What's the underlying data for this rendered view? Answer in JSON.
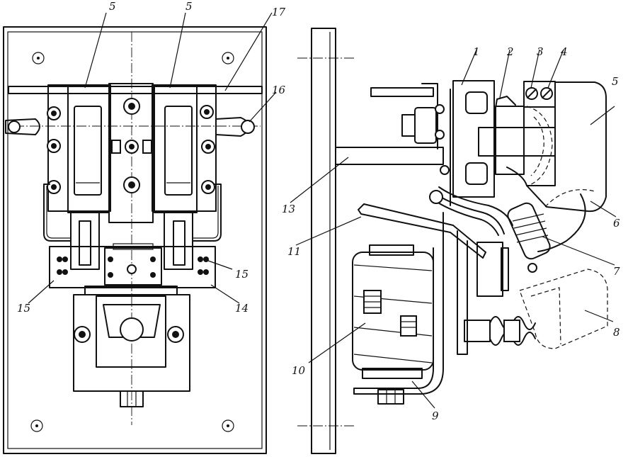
{
  "callouts": {
    "left": [
      {
        "id": "c5a",
        "text": "5"
      },
      {
        "id": "c5b",
        "text": "5"
      },
      {
        "id": "c17",
        "text": "17"
      },
      {
        "id": "c16",
        "text": "16"
      },
      {
        "id": "c15r",
        "text": "15"
      },
      {
        "id": "c15l",
        "text": "15"
      },
      {
        "id": "c14",
        "text": "14"
      }
    ],
    "right": [
      {
        "id": "c1",
        "text": "1"
      },
      {
        "id": "c2",
        "text": "2"
      },
      {
        "id": "c3",
        "text": "3"
      },
      {
        "id": "c4",
        "text": "4"
      },
      {
        "id": "c5c",
        "text": "5"
      },
      {
        "id": "c6",
        "text": "6"
      },
      {
        "id": "c7",
        "text": "7"
      },
      {
        "id": "c8",
        "text": "8"
      },
      {
        "id": "c9",
        "text": "9"
      },
      {
        "id": "c10",
        "text": "10"
      },
      {
        "id": "c11",
        "text": "11"
      },
      {
        "id": "c13",
        "text": "13"
      }
    ]
  }
}
